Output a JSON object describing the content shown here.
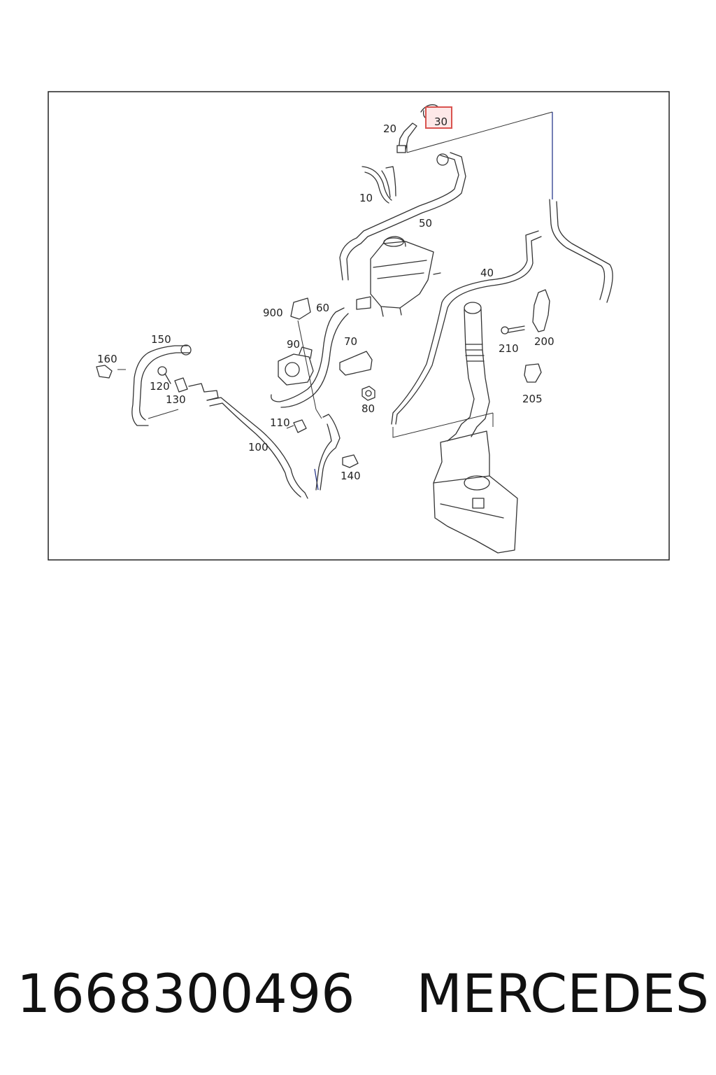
{
  "diagram": {
    "labels": {
      "p10": "10",
      "p20": "20",
      "p30": "30",
      "p40": "40",
      "p50": "50",
      "p60": "60",
      "p70": "70",
      "p80": "80",
      "p90": "90",
      "p100": "100",
      "p110": "110",
      "p120": "120",
      "p130": "130",
      "p140": "140",
      "p150": "150",
      "p160": "160",
      "p200": "200",
      "p205": "205",
      "p210": "210",
      "p900": "900"
    },
    "highlight_color": "#d9534f",
    "leader_color": "#2a3a8c"
  },
  "footer": {
    "part_number": "1668300496",
    "brand": "MERCEDES"
  }
}
